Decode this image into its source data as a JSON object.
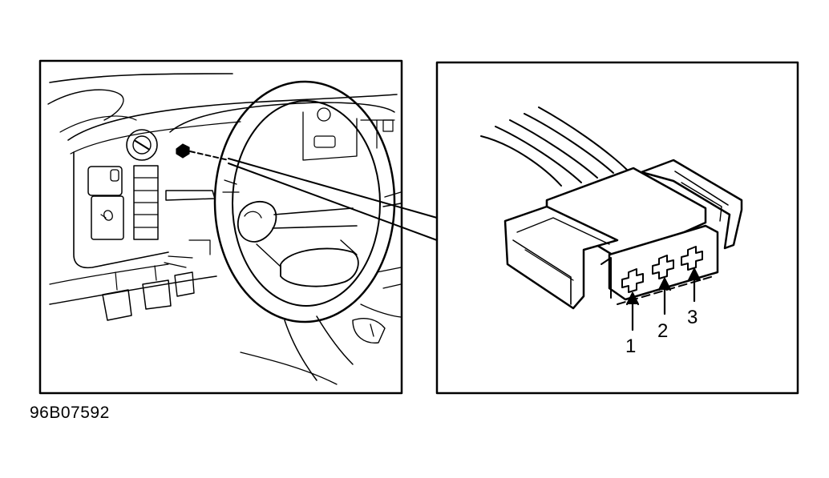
{
  "figure": {
    "code": "96B07592",
    "pin_labels": [
      "1",
      "2",
      "3"
    ]
  },
  "colors": {
    "ink": "#000000",
    "paper": "#ffffff"
  }
}
